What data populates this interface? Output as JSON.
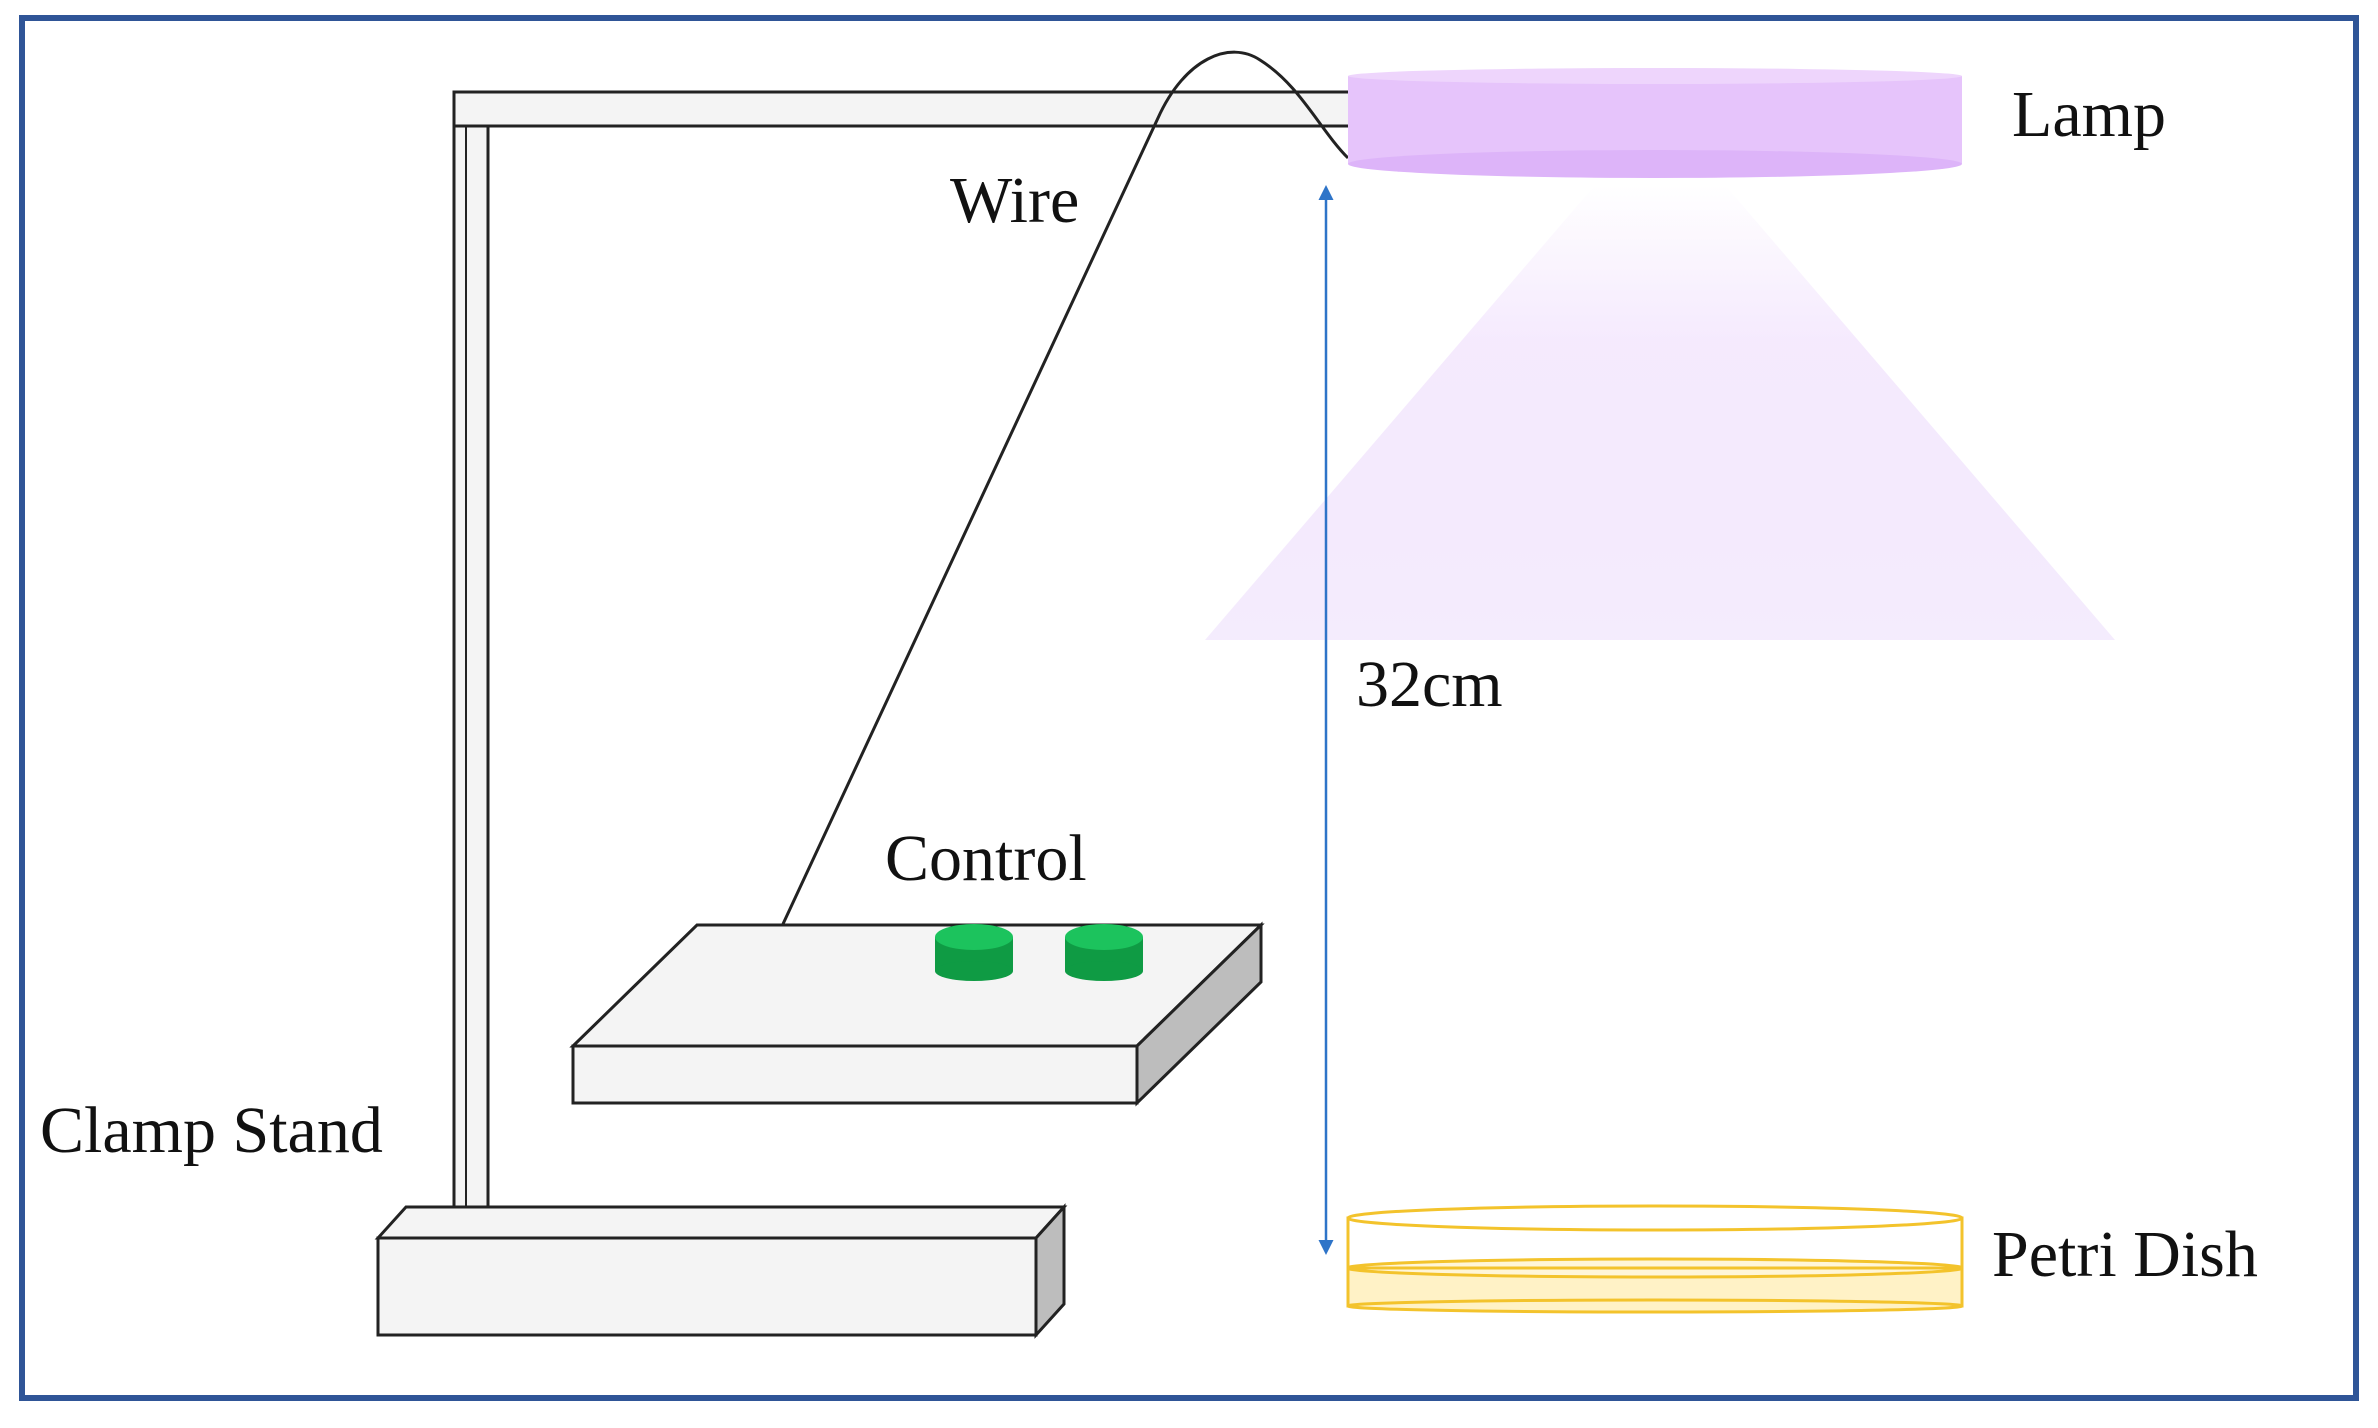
{
  "labels": {
    "lamp": "Lamp",
    "wire": "Wire",
    "distance": "32cm",
    "control": "Control",
    "clamp_stand": "Clamp Stand",
    "petri_dish": "Petri Dish"
  },
  "colors": {
    "frame": "#2f5597",
    "lamp_fill": "#e6c4fb",
    "lamp_light": "#f1e2fd",
    "arrow": "#2e74c8",
    "button": "#10a64a",
    "dish_outline": "#f3c32c",
    "dish_fill": "#fff2c6",
    "stand_fill": "#f4f4f4",
    "stroke": "#222222"
  }
}
